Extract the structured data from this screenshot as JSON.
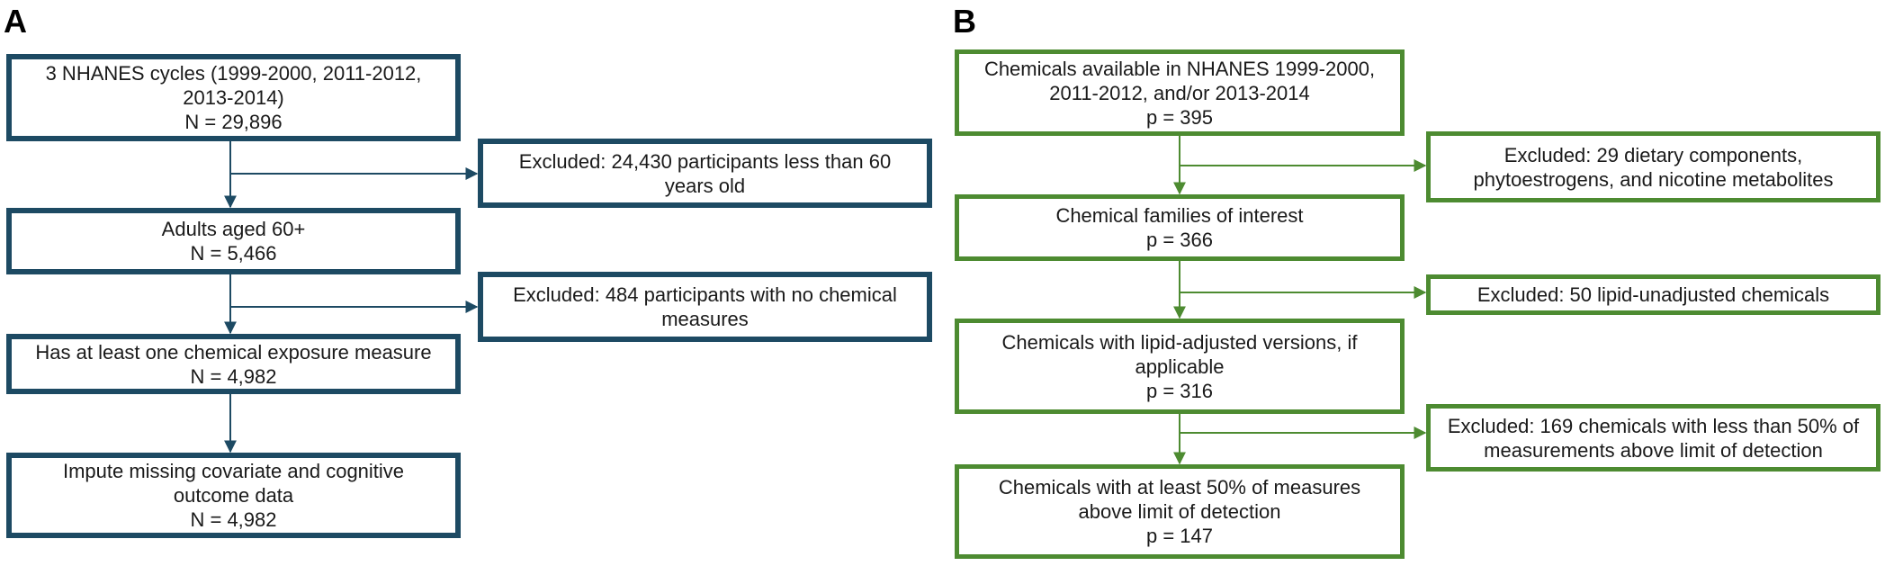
{
  "colors": {
    "panel_a": "#1d4a63",
    "panel_b": "#4d8b31"
  },
  "panel_a": {
    "label": "A",
    "boxes": [
      {
        "lines": [
          "3 NHANES cycles (1999-2000, 2011-2012,",
          "2013-2014)",
          "N = 29,896"
        ]
      },
      {
        "lines": [
          "Adults aged 60+",
          "N = 5,466"
        ]
      },
      {
        "lines": [
          "Has at least one chemical exposure measure",
          "N = 4,982"
        ]
      },
      {
        "lines": [
          "Impute missing covariate and cognitive",
          "outcome data",
          "N = 4,982"
        ]
      }
    ],
    "exclusions": [
      {
        "lines": [
          "Excluded: 24,430 participants less than 60",
          "years old"
        ]
      },
      {
        "lines": [
          "Excluded: 484 participants with no chemical",
          "measures"
        ]
      }
    ]
  },
  "panel_b": {
    "label": "B",
    "boxes": [
      {
        "lines": [
          "Chemicals available in NHANES 1999-2000,",
          "2011-2012, and/or 2013-2014",
          "p = 395"
        ]
      },
      {
        "lines": [
          "Chemical families of interest",
          "p = 366"
        ]
      },
      {
        "lines": [
          "Chemicals with lipid-adjusted versions, if",
          "applicable",
          "p = 316"
        ]
      },
      {
        "lines": [
          "Chemicals with at least 50% of measures",
          "above limit of detection",
          "p = 147"
        ]
      }
    ],
    "exclusions": [
      {
        "lines": [
          "Excluded: 29 dietary components,",
          "phytoestrogens, and nicotine metabolites"
        ]
      },
      {
        "lines": [
          "Excluded: 50 lipid-unadjusted chemicals"
        ]
      },
      {
        "lines": [
          "Excluded: 169 chemicals with less than 50% of",
          "measurements above limit of detection"
        ]
      }
    ]
  }
}
